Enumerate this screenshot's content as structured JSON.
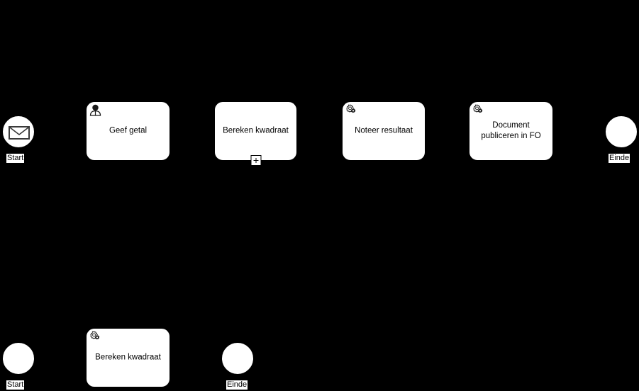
{
  "diagram": {
    "type": "bpmn-process-diagram",
    "background_color": "#000000",
    "shape_fill_color": "#ffffff",
    "shape_stroke_color": "#000000",
    "text_color": "#000000",
    "label_background_color": "#ffffff"
  },
  "main_process": {
    "start_event": {
      "label": "Start",
      "icon": "envelope-icon",
      "event_type": "message-start-event"
    },
    "tasks": [
      {
        "label": "Geef getal",
        "icon": "user-icon",
        "task_type": "user-task",
        "subprocess_marker": ""
      },
      {
        "label": "Bereken kwadraat",
        "icon": "",
        "task_type": "collapsed-subprocess",
        "subprocess_marker": "+"
      },
      {
        "label": "Noteer resultaat",
        "icon": "gear-icon",
        "task_type": "service-task",
        "subprocess_marker": ""
      },
      {
        "label": "Document\npubliceren in FO",
        "icon": "gear-icon",
        "task_type": "service-task",
        "subprocess_marker": ""
      }
    ],
    "end_event": {
      "label": "Einde",
      "icon": "",
      "event_type": "end-event"
    }
  },
  "subprocess": {
    "start_event": {
      "label": "Start",
      "icon": "",
      "event_type": "start-event"
    },
    "tasks": [
      {
        "label": "Bereken kwadraat",
        "icon": "gear-icon",
        "task_type": "service-task",
        "subprocess_marker": ""
      }
    ],
    "end_event": {
      "label": "Einde",
      "icon": "",
      "event_type": "end-event"
    }
  }
}
